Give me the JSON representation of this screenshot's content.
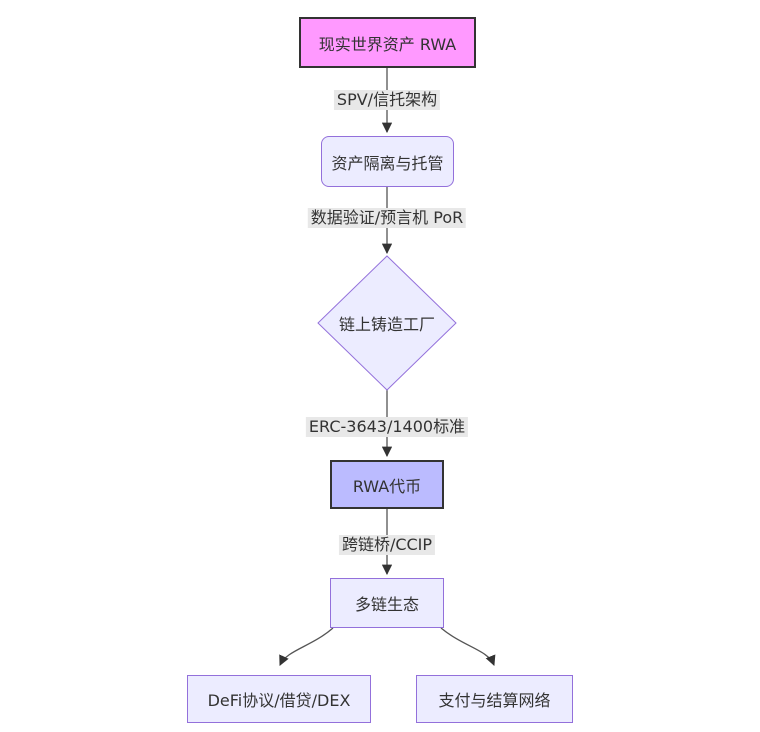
{
  "diagram": {
    "type": "flowchart",
    "direction": "top-down",
    "nodes": {
      "rwa_asset": {
        "label": "现实世界资产 RWA",
        "shape": "rectangle"
      },
      "custody": {
        "label": "资产隔离与托管",
        "shape": "rounded-rectangle"
      },
      "mint_factory": {
        "label": "链上铸造工厂",
        "shape": "diamond"
      },
      "rwa_token": {
        "label": "RWA代币",
        "shape": "rectangle"
      },
      "multichain": {
        "label": "多链生态",
        "shape": "rectangle"
      },
      "defi": {
        "label": "DeFi协议/借贷/DEX",
        "shape": "rectangle"
      },
      "payment": {
        "label": "支付与结算网络",
        "shape": "rectangle"
      }
    },
    "edges": [
      {
        "from": "rwa_asset",
        "to": "custody",
        "label": "SPV/信托架构"
      },
      {
        "from": "custody",
        "to": "mint_factory",
        "label": "数据验证/预言机 PoR"
      },
      {
        "from": "mint_factory",
        "to": "rwa_token",
        "label": "ERC-3643/1400标准"
      },
      {
        "from": "rwa_token",
        "to": "multichain",
        "label": "跨链桥/CCIP"
      },
      {
        "from": "multichain",
        "to": "defi",
        "label": ""
      },
      {
        "from": "multichain",
        "to": "payment",
        "label": ""
      }
    ],
    "colors": {
      "rwa_asset_fill": "#ff99ff",
      "rwa_asset_border": "#333333",
      "node_fill": "#ececff",
      "node_border": "#9370db",
      "token_fill": "#bbbbff",
      "token_border": "#333333",
      "edge_stroke": "#555555",
      "arrowhead": "#333333",
      "edge_label_bg": "#e8e8e8",
      "text": "#333333",
      "background": "#ffffff"
    }
  }
}
